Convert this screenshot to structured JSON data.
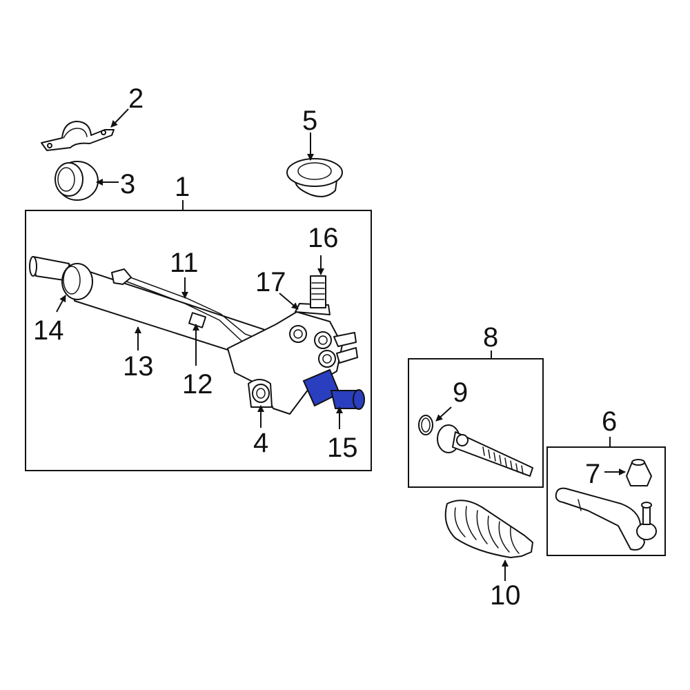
{
  "callouts": {
    "c1": "1",
    "c2": "2",
    "c3": "3",
    "c4": "4",
    "c5": "5",
    "c6": "6",
    "c7": "7",
    "c8": "8",
    "c9": "9",
    "c10": "10",
    "c11": "11",
    "c12": "12",
    "c13": "13",
    "c14": "14",
    "c15": "15",
    "c16": "16",
    "c17": "17"
  },
  "highlight": {
    "part": "15",
    "color": "#2a3fbf"
  },
  "colors": {
    "line": "#111111",
    "background": "#ffffff"
  }
}
